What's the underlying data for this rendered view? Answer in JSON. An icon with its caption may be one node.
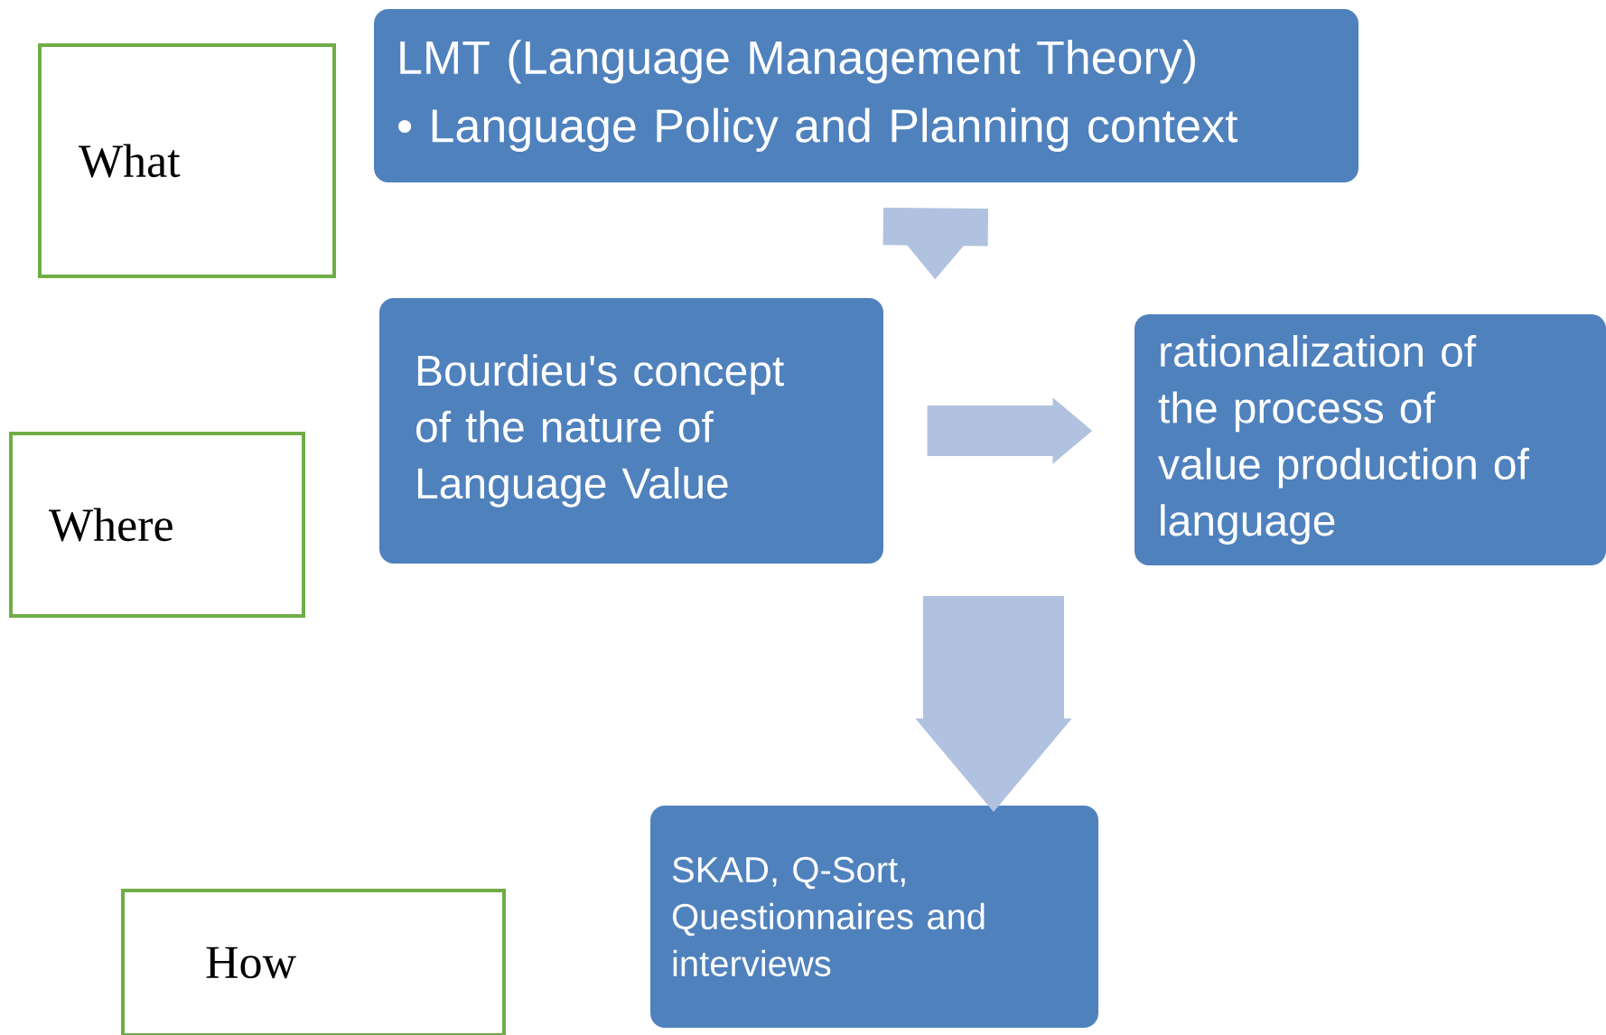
{
  "diagram": {
    "nodes": [
      {
        "text": [
          "What"
        ]
      },
      {
        "text": [
          "LMT (Language Management Theory)",
          "• Language Policy and Planning context"
        ]
      },
      {
        "text": [
          "Where"
        ]
      },
      {
        "text": [
          "Bourdieu's concept of the nature of Language Value"
        ]
      },
      {
        "text": [
          "rationalization of the process of value production of language"
        ]
      },
      {
        "text": [
          "How"
        ]
      },
      {
        "text": [
          "SKAD, Q-Sort, Questionnaires and interviews"
        ]
      }
    ],
    "edges": [
      {
        "from": 1,
        "to": 3,
        "arrow": "to"
      },
      {
        "from": 3,
        "to": 4,
        "arrow": "to"
      },
      {
        "from": null,
        "to": 6,
        "arrow": "to"
      }
    ]
  }
}
